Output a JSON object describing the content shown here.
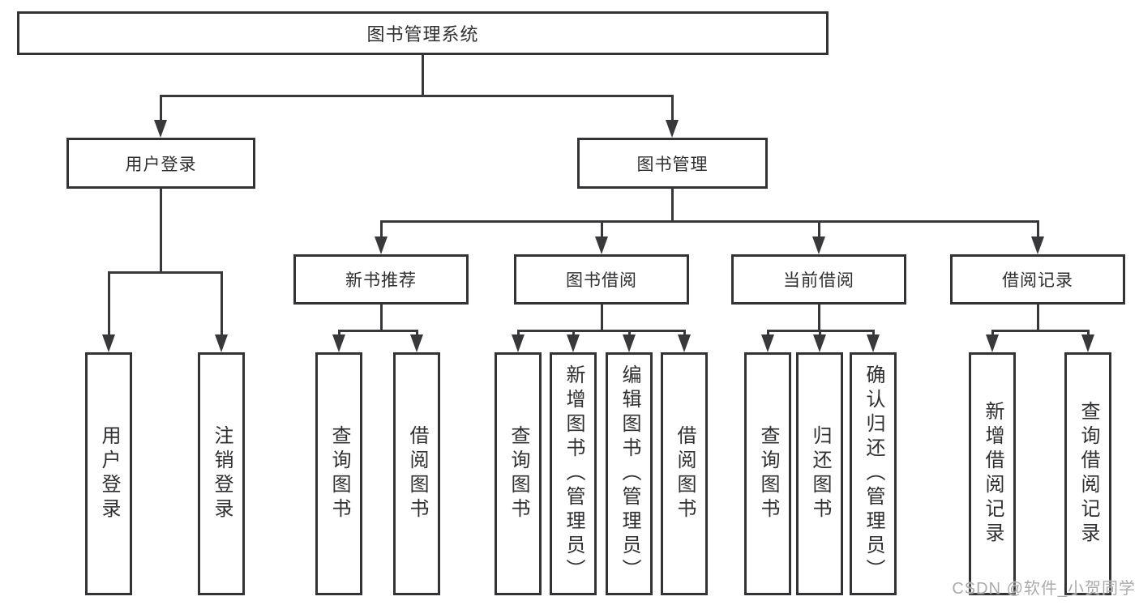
{
  "diagram": {
    "title": "图书管理系统",
    "nodes": {
      "root": "图书管理系统",
      "userLogin": "用户登录",
      "bookMgmt": "图书管理",
      "newBookRec": "新书推荐",
      "bookBorrow": "图书借阅",
      "currentBorrow": "当前借阅",
      "borrowRecord": "借阅记录",
      "leafUserLogin": "用户登录",
      "leafLogout": "注销登录",
      "leafQueryBookA": "查询图书",
      "leafBorrowBookA": "借阅图书",
      "leafQueryBookB": "查询图书",
      "leafAddBook": "新增图书（管理员）",
      "leafEditBook": "编辑图书（管理员）",
      "leafBorrowBookB": "借阅图书",
      "leafQueryBookC": "查询图书",
      "leafReturnBook": "归还图书",
      "leafConfirmReturn": "确认归还（管理员）",
      "leafAddRecord": "新增借阅记录",
      "leafQueryRecord": "查询借阅记录"
    },
    "hierarchy": [
      {
        "label": "用户登录",
        "children": [
          "用户登录",
          "注销登录"
        ]
      },
      {
        "label": "图书管理",
        "children": [
          {
            "label": "新书推荐",
            "children": [
              "查询图书",
              "借阅图书"
            ]
          },
          {
            "label": "图书借阅",
            "children": [
              "查询图书",
              "新增图书（管理员）",
              "编辑图书（管理员）",
              "借阅图书"
            ]
          },
          {
            "label": "当前借阅",
            "children": [
              "查询图书",
              "归还图书",
              "确认归还（管理员）"
            ]
          },
          {
            "label": "借阅记录",
            "children": [
              "新增借阅记录",
              "查询借阅记录"
            ]
          }
        ]
      }
    ],
    "colors": {
      "line": "#38383a",
      "box_border": "#333335",
      "box_background": "#ffffff",
      "text": "#2f2f31",
      "watermark": "#ababab",
      "page_background": "#ffffff"
    }
  },
  "watermark": "CSDN @软件_小贺同学"
}
